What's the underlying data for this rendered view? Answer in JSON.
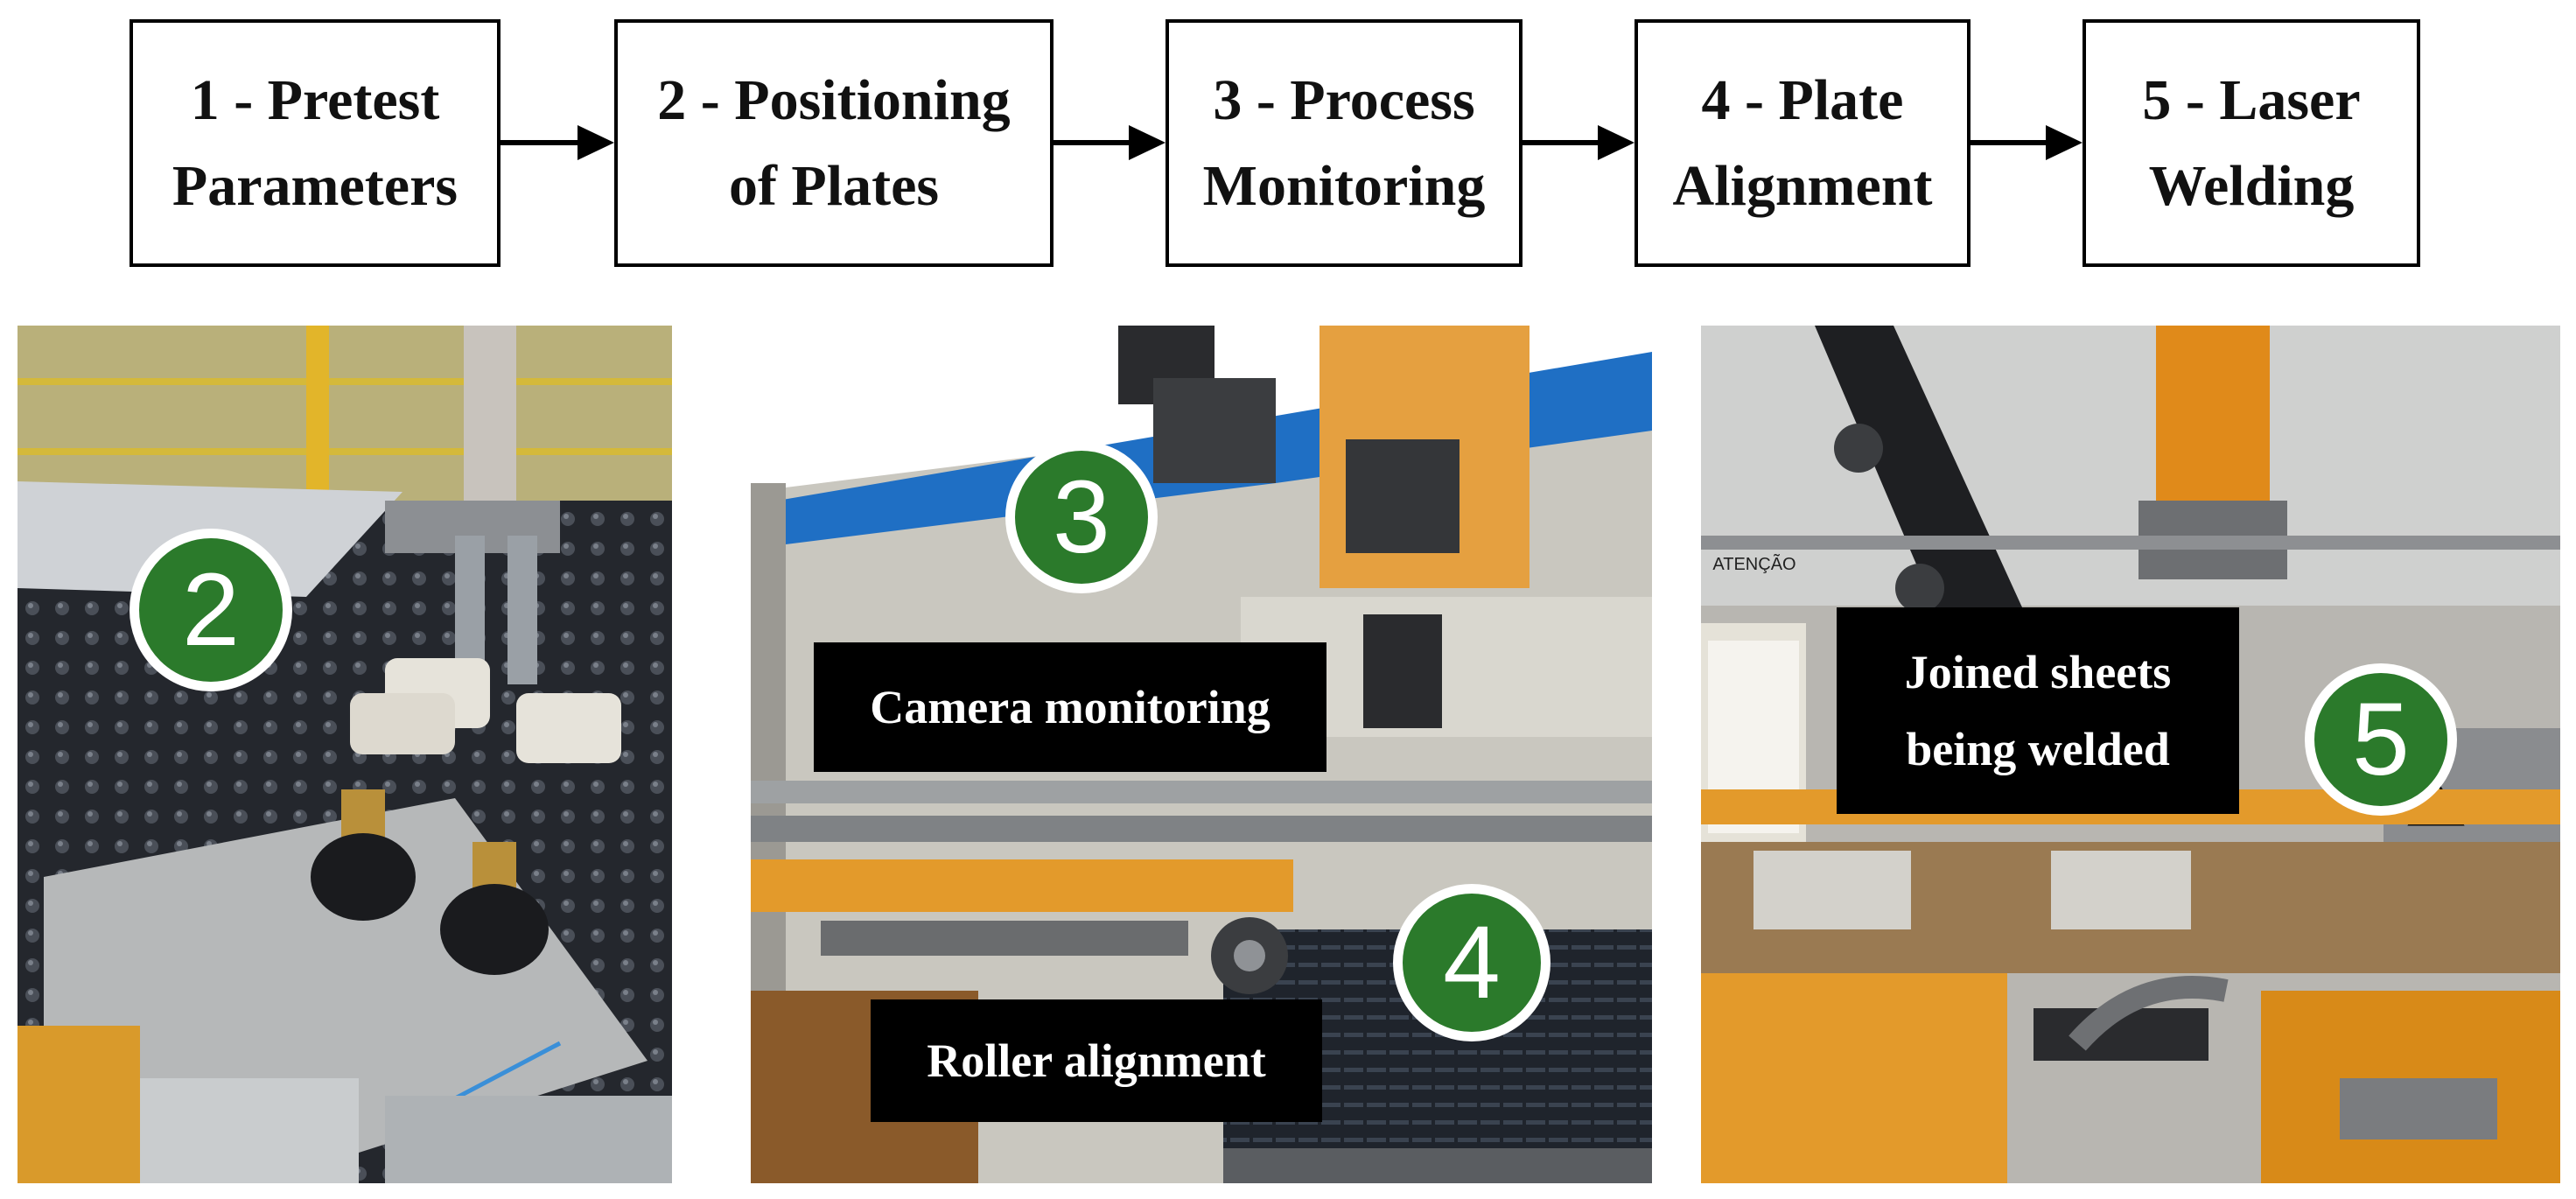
{
  "steps": [
    {
      "line1": "1 - Pretest",
      "line2": "Parameters"
    },
    {
      "line1": "2 - Positioning",
      "line2": "of Plates"
    },
    {
      "line1": "3 - Process",
      "line2": "Monitoring"
    },
    {
      "line1": "4 - Plate",
      "line2": "Alignment"
    },
    {
      "line1": "5 - Laser",
      "line2": "Welding"
    }
  ],
  "photos": {
    "positioning": {
      "badge": "2"
    },
    "monitoring": {
      "badge_top": "3",
      "badge_bottom": "4",
      "label_top": "Camera monitoring",
      "label_bottom": "Roller alignment"
    },
    "welding": {
      "badge": "5",
      "label_line1": "Joined sheets",
      "label_line2": "being welded",
      "warning_sign": "ATENÇÃO"
    }
  },
  "colors": {
    "badge_green": "#2b7a2b",
    "machine_orange": "#e89a1c",
    "panel_blue": "#1f6fc4"
  }
}
